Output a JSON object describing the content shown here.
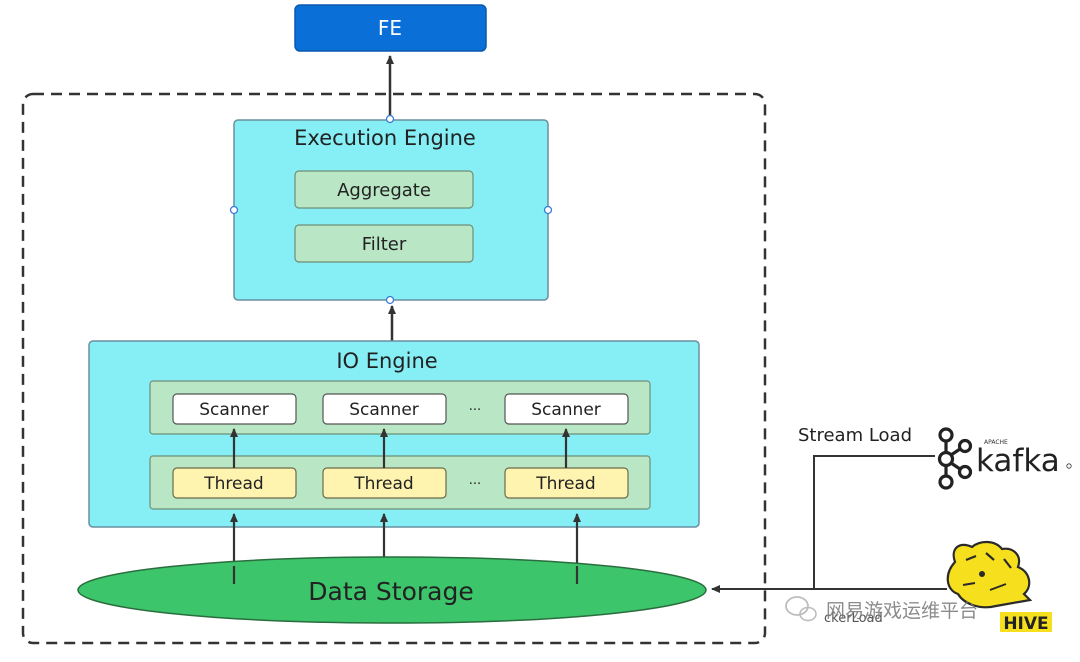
{
  "fe": {
    "label": "FE"
  },
  "execution_engine": {
    "title": "Execution Engine",
    "operators": [
      "Aggregate",
      "Filter"
    ]
  },
  "io_engine": {
    "title": "IO Engine",
    "scanners": [
      "Scanner",
      "Scanner",
      "Scanner"
    ],
    "threads": [
      "Thread",
      "Thread",
      "Thread"
    ],
    "ellipsis": "···"
  },
  "data_storage": {
    "label": "Data Storage"
  },
  "external": {
    "stream_load_label": "Stream Load",
    "kafka_apache": "APACHE",
    "kafka_label": "kafka",
    "hive_label": "HIVE",
    "hive_partial": "ckerLoad"
  },
  "watermark": {
    "text": "网易游戏运维平台"
  },
  "colors": {
    "fe": "#0b6fd8",
    "engine": "#86eef5",
    "operator": "#b9e6c4",
    "thread": "#fff3b0",
    "storage": "#3cc56a",
    "dashed_border": "#333333"
  }
}
